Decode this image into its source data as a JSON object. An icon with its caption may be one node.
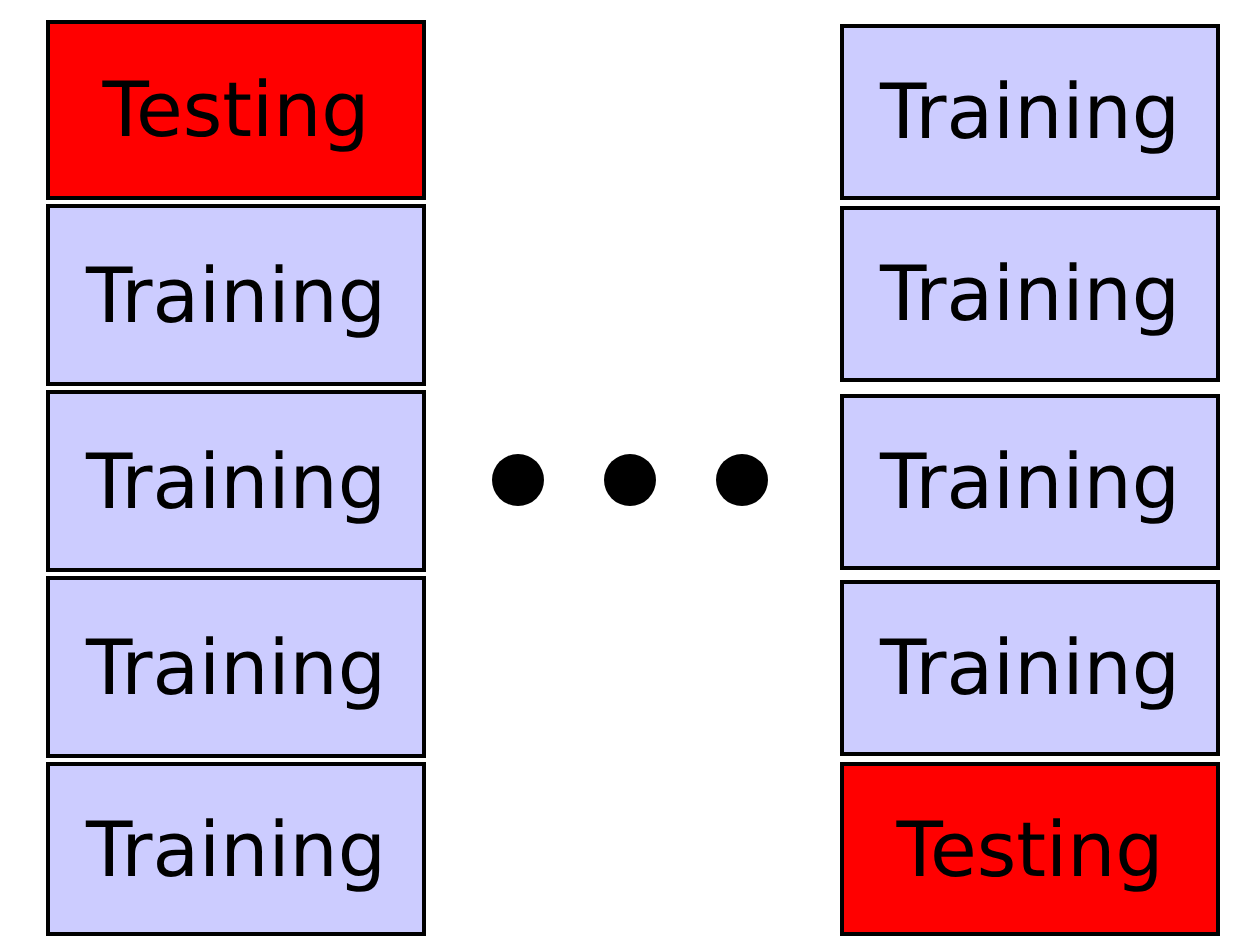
{
  "diagram": {
    "nodes": [
      {
        "text": [
          "Testing"
        ]
      },
      {
        "text": [
          "Training"
        ]
      },
      {
        "text": [
          "Training"
        ]
      },
      {
        "text": [
          "Training"
        ]
      },
      {
        "text": [
          "Training"
        ]
      },
      {
        "text": [
          "Training"
        ]
      },
      {
        "text": [
          "Training"
        ]
      },
      {
        "text": [
          "Training"
        ]
      },
      {
        "text": [
          "Training"
        ]
      },
      {
        "text": [
          "Testing"
        ]
      }
    ]
  }
}
